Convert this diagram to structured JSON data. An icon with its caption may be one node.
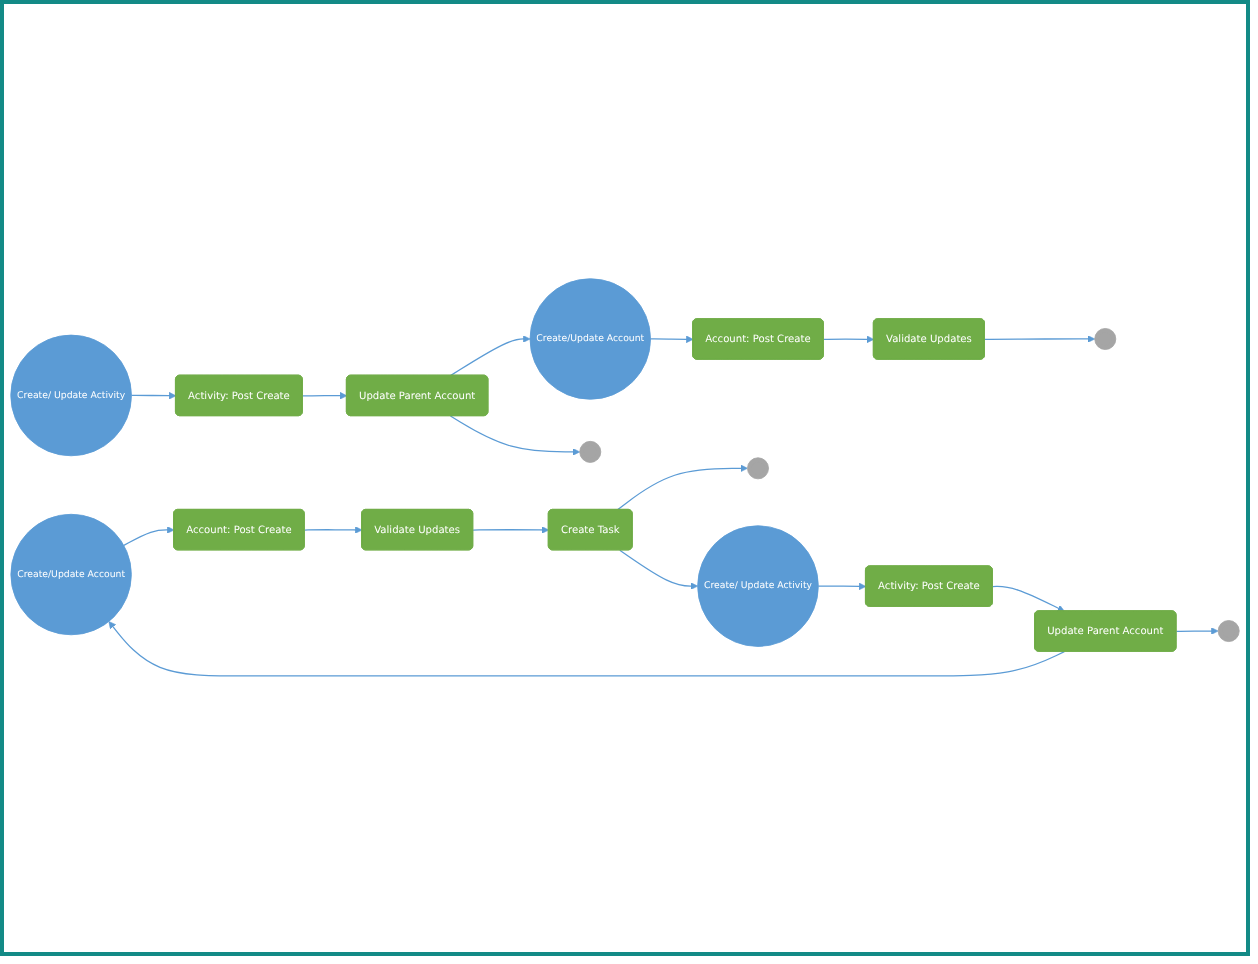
{
  "diagram": {
    "nodes": [
      {
        "text": [
          "Create/Update Account"
        ]
      },
      {
        "text": [
          "Account: Post Create"
        ]
      },
      {
        "text": [
          "Validate Updates"
        ]
      },
      {
        "text": [],
        "shape": "circle"
      },
      {
        "text": [
          "Create/ Update Activity"
        ]
      },
      {
        "text": [
          "Activity: Post Create"
        ]
      },
      {
        "text": [
          "Update Parent Account"
        ]
      },
      {
        "text": [],
        "shape": "circle"
      },
      {
        "text": [
          "Create/Update Account"
        ]
      },
      {
        "text": [
          "Account: Post Create"
        ]
      },
      {
        "text": [
          "Validate Updates"
        ]
      },
      {
        "text": [
          "Create Task"
        ]
      },
      {
        "text": [],
        "shape": "circle"
      },
      {
        "text": [
          "Create/ Update Activity"
        ]
      },
      {
        "text": [
          "Activity: Post Create"
        ]
      },
      {
        "text": [
          "Update Parent Account"
        ]
      },
      {
        "text": [],
        "shape": "circle"
      }
    ],
    "edges": [
      {
        "from": 0,
        "to": 1,
        "arrow": "to"
      },
      {
        "from": 1,
        "to": 2,
        "arrow": "to"
      },
      {
        "from": 2,
        "to": 3,
        "arrow": "to"
      },
      {
        "from": 4,
        "to": 5,
        "arrow": "to"
      },
      {
        "from": 5,
        "to": 6,
        "arrow": "to"
      },
      {
        "from": 6,
        "to": 7,
        "arrow": "to"
      },
      {
        "from": 6,
        "to": 0,
        "arrow": "to"
      },
      {
        "from": 8,
        "to": 9,
        "arrow": "to"
      },
      {
        "from": 9,
        "to": 10,
        "arrow": "to"
      },
      {
        "from": 10,
        "to": 11,
        "arrow": "to"
      },
      {
        "from": 11,
        "to": 12,
        "arrow": "to"
      },
      {
        "from": 13,
        "to": 14,
        "arrow": "to"
      },
      {
        "from": 14,
        "to": 15,
        "arrow": "to"
      },
      {
        "from": 15,
        "to": 16,
        "arrow": "to"
      },
      {
        "from": 15,
        "to": 8,
        "arrow": "to"
      },
      {
        "from": 11,
        "to": 13,
        "arrow": "to"
      }
    ]
  }
}
